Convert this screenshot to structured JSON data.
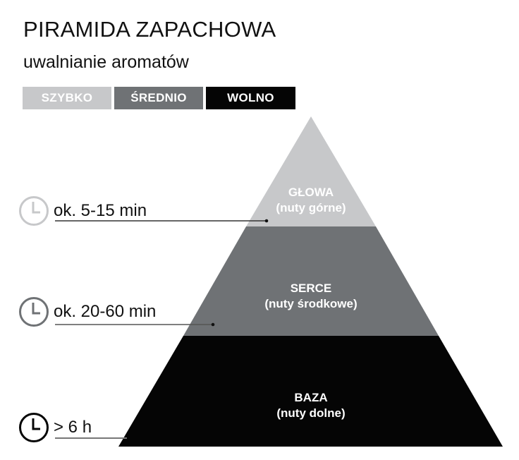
{
  "header": {
    "title": "PIRAMIDA ZAPACHOWA",
    "subtitle": "uwalnianie aromatów"
  },
  "legend": [
    {
      "label": "SZYBKO",
      "color": "#c7c8ca"
    },
    {
      "label": "ŚREDNIO",
      "color": "#6f7275"
    },
    {
      "label": "WOLNO",
      "color": "#050505"
    }
  ],
  "pyramid": {
    "tiers": [
      {
        "name": "GŁOWA",
        "sub": "(nuty górne)",
        "color": "#c7c8ca",
        "time": "ok. 5-15 min",
        "clock_color": "#c7c8ca"
      },
      {
        "name": "SERCE",
        "sub": "(nuty środkowe)",
        "color": "#6f7275",
        "time": "ok. 20-60 min",
        "clock_color": "#6f7275"
      },
      {
        "name": "BAZA",
        "sub": "(nuty dolne)",
        "color": "#050505",
        "time": "> 6 h",
        "clock_color": "#050505"
      }
    ]
  },
  "icons": {
    "clock": "clock-icon"
  }
}
